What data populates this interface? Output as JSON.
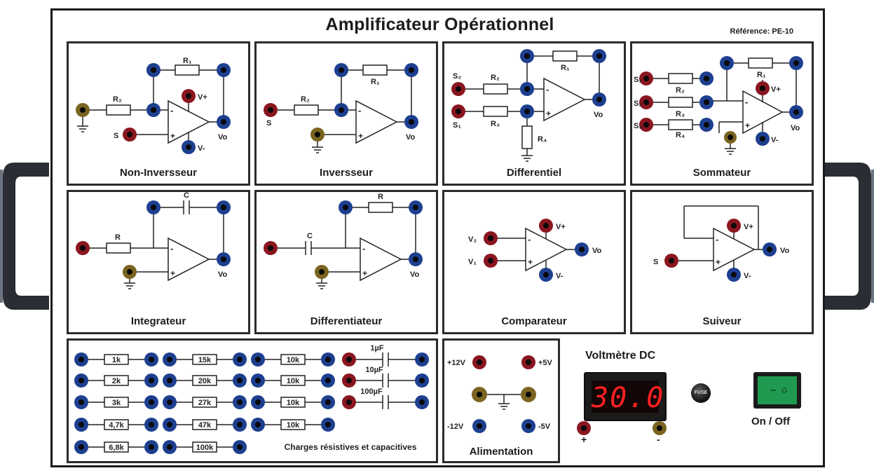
{
  "title": "Amplificateur Opérationnel",
  "reference": "Référence: PE-10",
  "circuits": {
    "non_inverseur": {
      "title": "Non-Inversseur",
      "r1": "R₁",
      "r2": "R₂",
      "s": "S",
      "vplus": "V+",
      "vminus": "V-",
      "vo": "Vo"
    },
    "inverseur": {
      "title": "Inversseur",
      "r1": "R₁",
      "r2": "R₂",
      "s": "S",
      "vo": "Vo"
    },
    "differentiel": {
      "title": "Differentiel",
      "r1": "R₁",
      "r2": "R₂",
      "r3": "R₃",
      "r4": "R₄",
      "s1": "S₁",
      "s2": "S₂",
      "vo": "Vo"
    },
    "sommateur": {
      "title": "Sommateur",
      "r1": "R₁",
      "r2": "R₂",
      "r3": "R₃",
      "r4": "R₄",
      "s1": "S₁",
      "s2": "S₂",
      "s3": "S₃",
      "vplus": "V+",
      "vminus": "V-",
      "vo": "Vo"
    },
    "integrateur": {
      "title": "Integrateur",
      "c": "C",
      "r": "R",
      "vo": "Vo"
    },
    "differentiateur": {
      "title": "Differentiateur",
      "c": "C",
      "r": "R",
      "vo": "Vo"
    },
    "comparateur": {
      "title": "Comparateur",
      "v1": "V₁",
      "v2": "V₂",
      "vplus": "V+",
      "vminus": "V-",
      "vo": "Vo"
    },
    "suiveur": {
      "title": "Suiveur",
      "s": "S",
      "vplus": "V+",
      "vminus": "V-",
      "vo": "Vo"
    }
  },
  "charges": {
    "title": "Charges résistives et capacitives",
    "col1": [
      "1k",
      "2k",
      "3k",
      "4,7k",
      "6,8k"
    ],
    "col2": [
      "15k",
      "20k",
      "27k",
      "47k",
      "100k"
    ],
    "col3": [
      "10k",
      "10k",
      "10k",
      "10k"
    ],
    "caps": [
      "1µF",
      "10µF",
      "100µF"
    ]
  },
  "alimentation": {
    "title": "Alimentation",
    "p12": "+12V",
    "p5": "+5V",
    "m12": "-12V",
    "m5": "-5V"
  },
  "voltmeter": {
    "title": "Voltmètre DC",
    "value": "30.0",
    "plus": "+",
    "minus": "-"
  },
  "fuse_label": "FUSE",
  "power": {
    "label": "On / Off"
  },
  "colors": {
    "blue_jack": "#1d3f8f",
    "red_jack": "#8a1620",
    "yellow_jack": "#7a6420",
    "display_red": "#ff2020",
    "switch_green": "#1f9a50"
  }
}
